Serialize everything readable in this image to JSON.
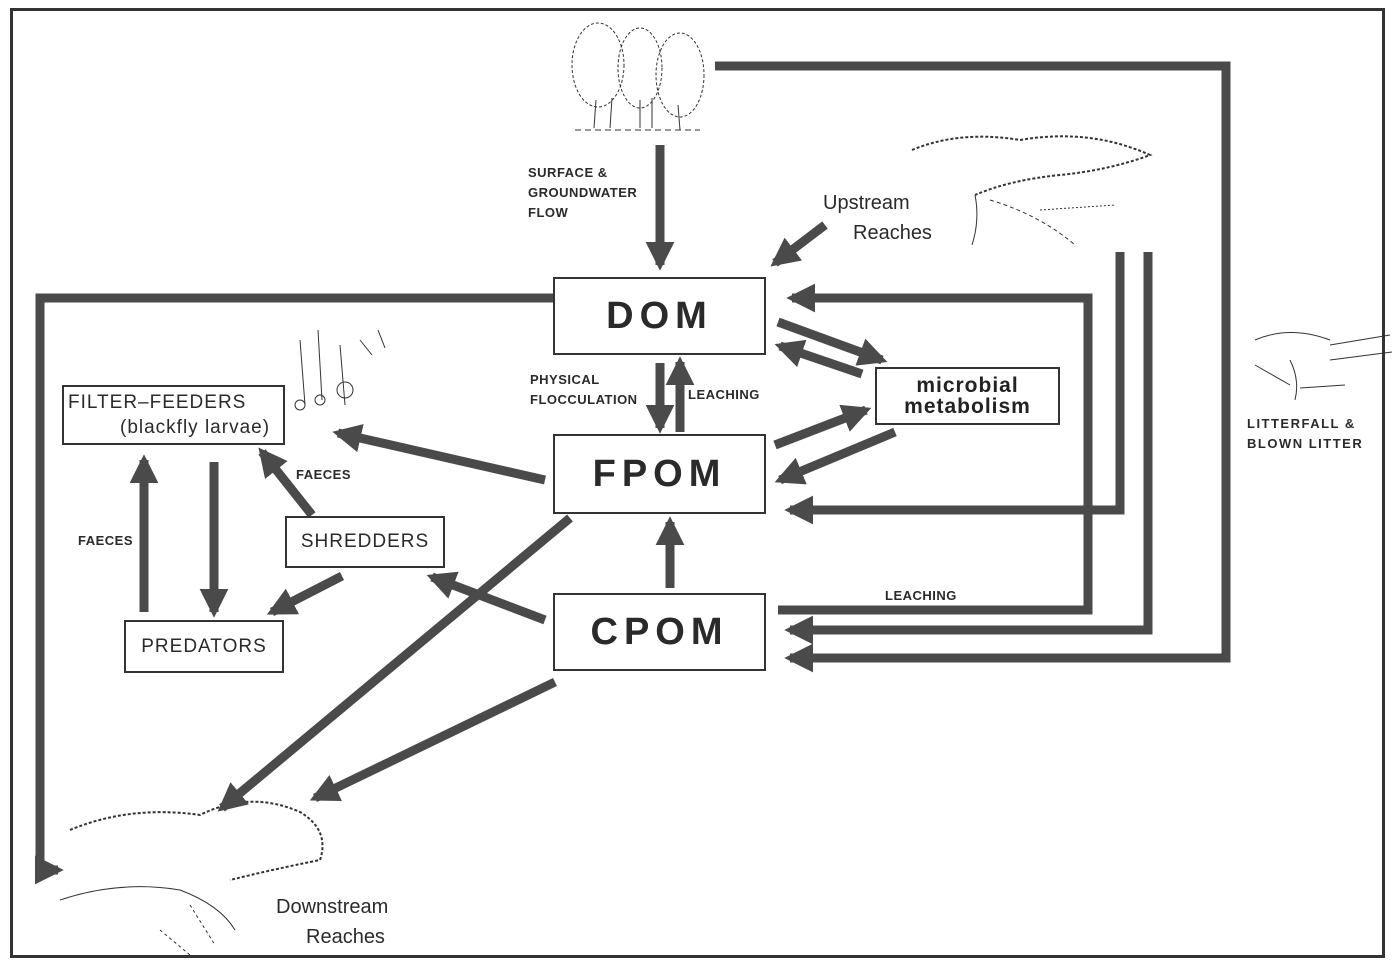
{
  "compartments": {
    "dom": "DOM",
    "fpom": "FPOM",
    "cpom": "CPOM",
    "microbial_line1": "microbial",
    "microbial_line2": "metabolism"
  },
  "consumers": {
    "filter_feeders_line1": "FILTER–FEEDERS",
    "filter_feeders_line2": "(blackfly larvae)",
    "shredders": "SHREDDERS",
    "predators": "PREDATORS"
  },
  "flow_labels": {
    "surface_groundwater": [
      "SURFACE &",
      "GROUNDWATER",
      "FLOW"
    ],
    "physical_flocculation": [
      "PHYSICAL",
      "FLOCCULATION"
    ],
    "leaching_dom": "LEACHING",
    "leaching_cpom": "LEACHING",
    "faeces_shredders": "FAECES",
    "faeces_predators": "FAECES",
    "litterfall": [
      "LITTERFALL &",
      "BLOWN LITTER"
    ]
  },
  "places": {
    "upstream": [
      "Upstream",
      "Reaches"
    ],
    "downstream": [
      "Downstream",
      "Reaches"
    ]
  },
  "colors": {
    "arrow": "#4a4a4a",
    "ink": "#2a2a2a",
    "frame": "#333333"
  }
}
